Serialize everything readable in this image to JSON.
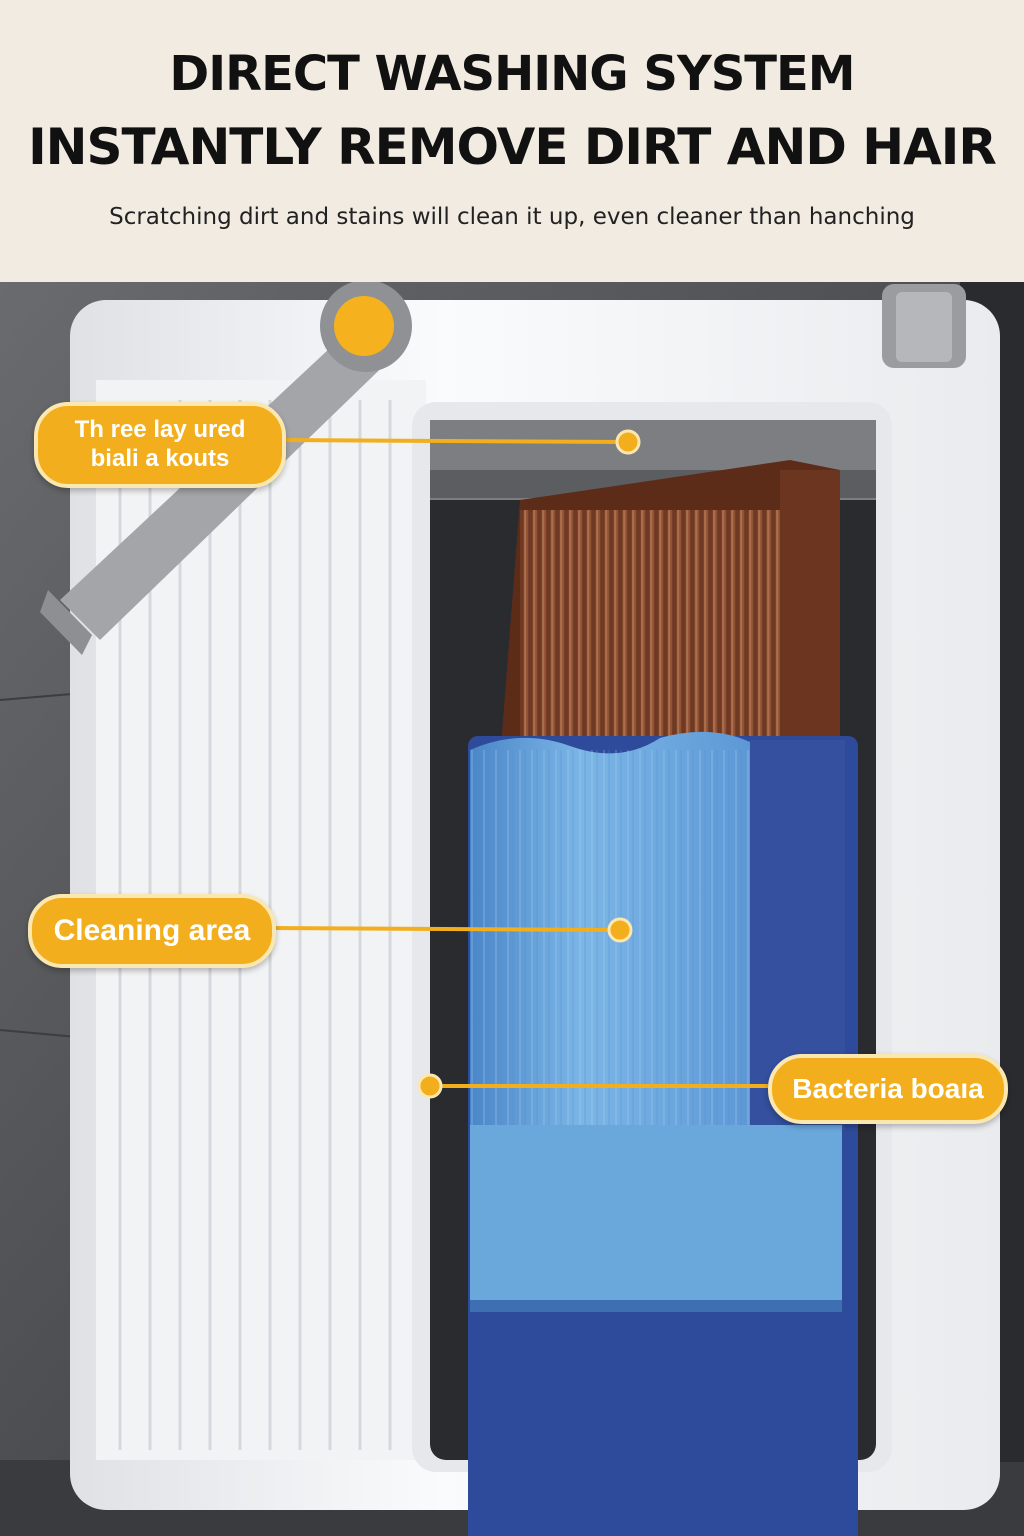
{
  "header": {
    "title_line1": "DIRECT WASHING SYSTEM",
    "title_line2": "INSTANTLY REMOVE DIRT AND HAIR",
    "subtitle": "Scratching dirt and stains will clean it up, even cleaner than hanching"
  },
  "callouts": {
    "layers": "Th ree lay ured\nbiali a kouts",
    "cleaning": "Cleaning area",
    "bacteria": "Bacteria boaıa"
  },
  "colors": {
    "accent": "#f2ae1c",
    "header_bg": "#f1ebe2",
    "bucket_white": "#f4f5f7",
    "water_blue": "#6aa8dc",
    "tray_navy": "#2e4a9a",
    "brush_brown": "#7a3f24"
  }
}
